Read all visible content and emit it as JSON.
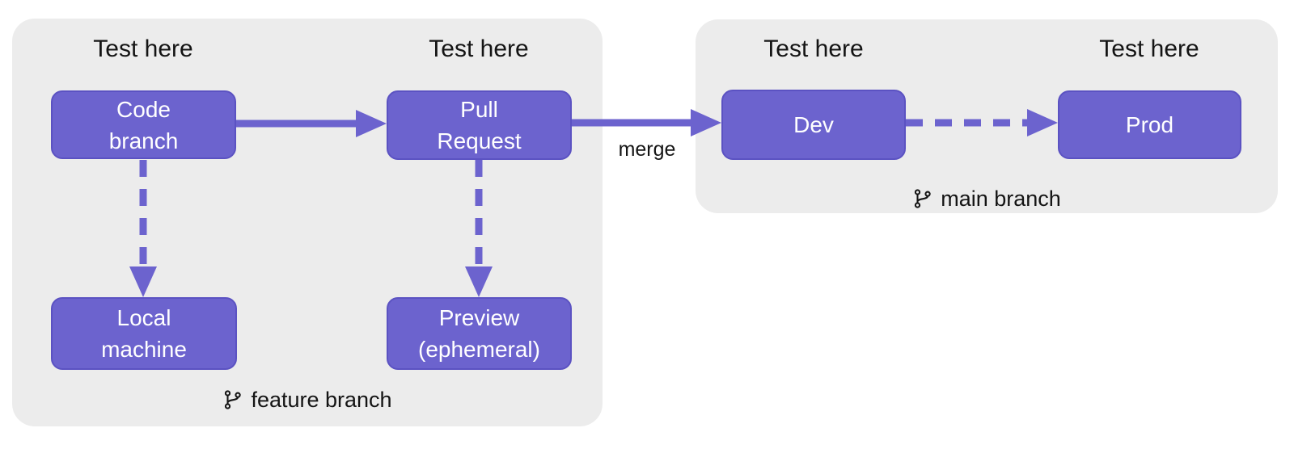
{
  "colors": {
    "node_fill": "#6c63ce",
    "node_border": "#5b52c2",
    "arrow": "#6c63ce",
    "panel_bg": "#ececec",
    "text_dark": "#141414",
    "node_text": "#ffffff",
    "canvas_bg": "#ffffff"
  },
  "labels": {
    "test_here": [
      "Test here",
      "Test here",
      "Test here",
      "Test here"
    ],
    "merge": "merge"
  },
  "groups": {
    "feature_branch": {
      "name": "feature branch",
      "icon": "git-branch-icon"
    },
    "main_branch": {
      "name": "main branch",
      "icon": "git-branch-icon"
    }
  },
  "nodes": {
    "code_branch": "Code\nbranch",
    "pull_request": "Pull\nRequest",
    "dev": "Dev",
    "prod": "Prod",
    "local_machine": "Local\nmachine",
    "preview": "Preview\n(ephemeral)"
  }
}
